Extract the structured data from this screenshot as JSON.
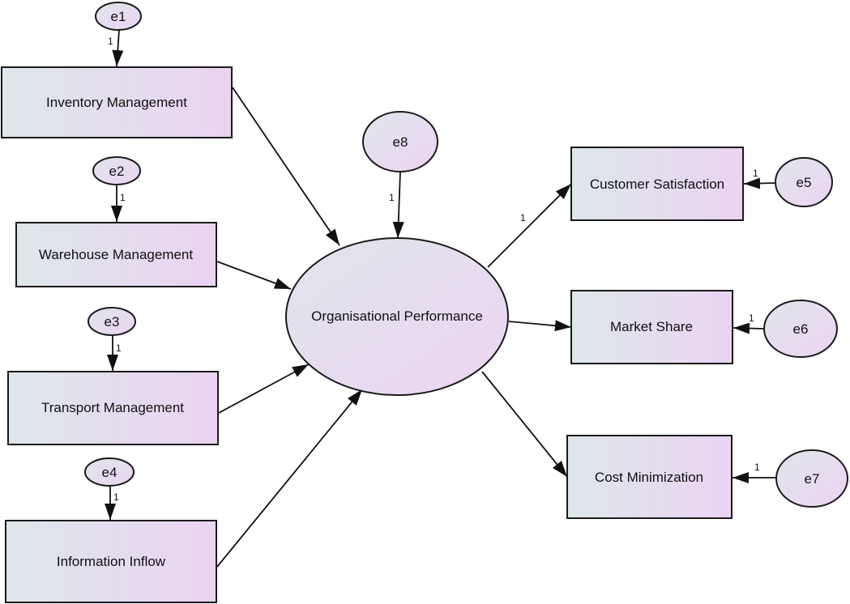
{
  "diagram": {
    "type": "structural-equation-model",
    "latent": {
      "id": "OP",
      "label": "Organisational Performance"
    },
    "predictors": [
      {
        "id": "IM",
        "label": "Inventory Management",
        "error": "e1",
        "weight": "1"
      },
      {
        "id": "WM",
        "label": "Warehouse Management",
        "error": "e2",
        "weight": "1"
      },
      {
        "id": "TM",
        "label": "Transport Management",
        "error": "e3",
        "weight": "1"
      },
      {
        "id": "II",
        "label": "Information Inflow",
        "error": "e4",
        "weight": "1"
      }
    ],
    "outcomes": [
      {
        "id": "CS",
        "label": "Customer Satisfaction",
        "error": "e5",
        "weight": "1"
      },
      {
        "id": "MS",
        "label": "Market Share",
        "error": "e6",
        "weight": "1"
      },
      {
        "id": "CM",
        "label": "Cost Minimization",
        "error": "e7",
        "weight": "1"
      }
    ],
    "latent_error": {
      "id": "e8",
      "label": "e8",
      "weight": "1"
    },
    "path_weights": {
      "OP_to_CS": "1"
    },
    "colors": {
      "fill_left": "#dfe6ea",
      "fill_right": "#ead4f2",
      "stroke": "#1a1a1a"
    }
  }
}
